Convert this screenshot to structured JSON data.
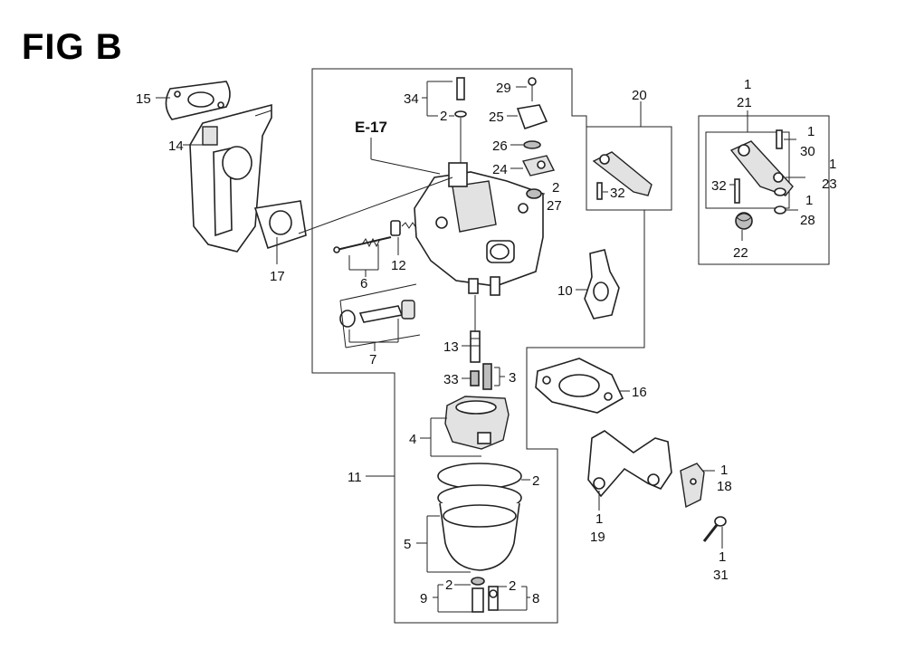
{
  "figure": {
    "title": "FIG B",
    "reference": "E-17"
  },
  "callouts": [
    "15",
    "14",
    "17",
    "34",
    "2",
    "29",
    "25",
    "26",
    "24",
    "27",
    "6",
    "12",
    "7",
    "13",
    "33",
    "3",
    "4",
    "11",
    "5",
    "9",
    "8",
    "10",
    "20",
    "32",
    "16",
    "19",
    "18",
    "31",
    "1",
    "21",
    "30",
    "23",
    "28",
    "22"
  ]
}
